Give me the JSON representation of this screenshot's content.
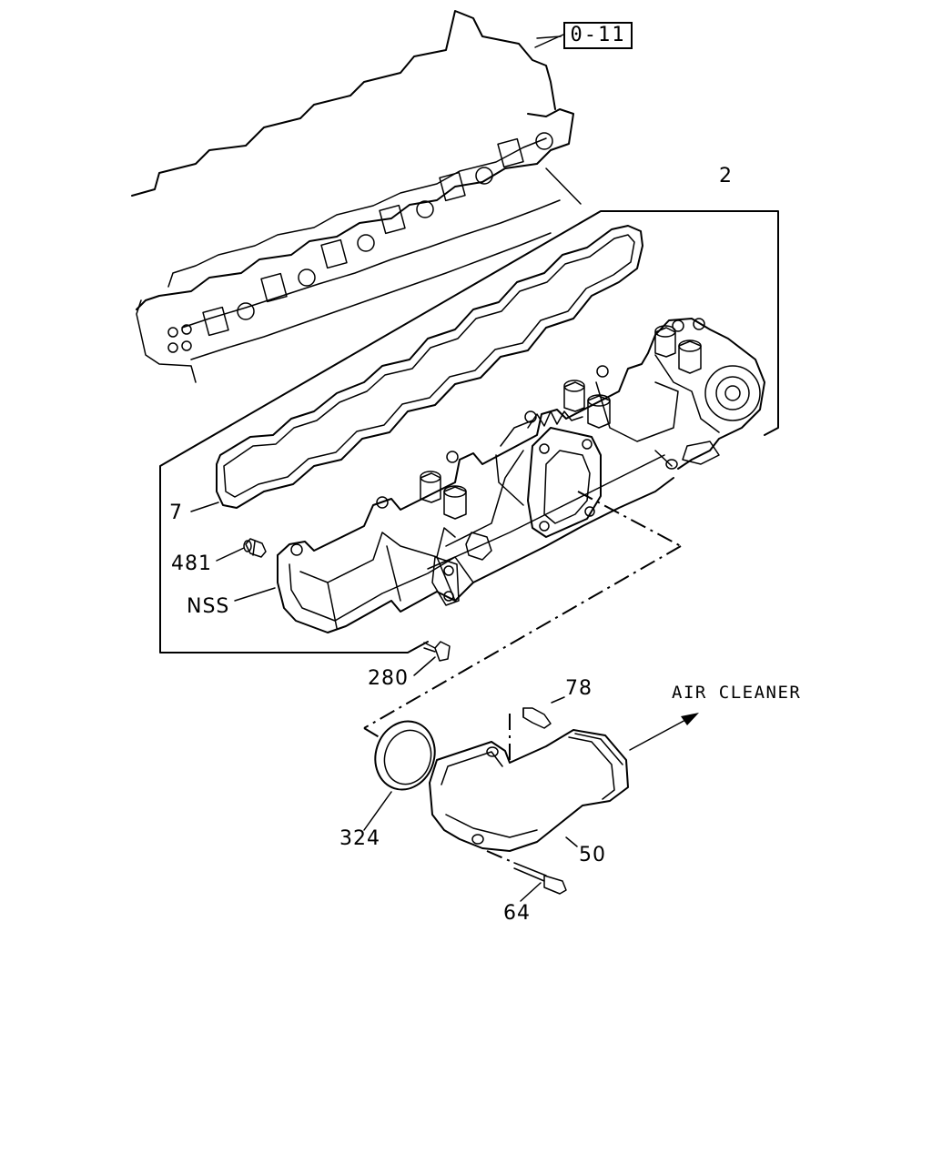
{
  "diagram": {
    "reference_box": "0-11",
    "direction_label": "AIR CLEANER",
    "callouts": {
      "assembly": "2",
      "gasket": "7",
      "plug": "481",
      "nss": "NSS",
      "bolt_280": "280",
      "bolt_78": "78",
      "seal_ring": "324",
      "elbow": "50",
      "stud": "64"
    }
  }
}
